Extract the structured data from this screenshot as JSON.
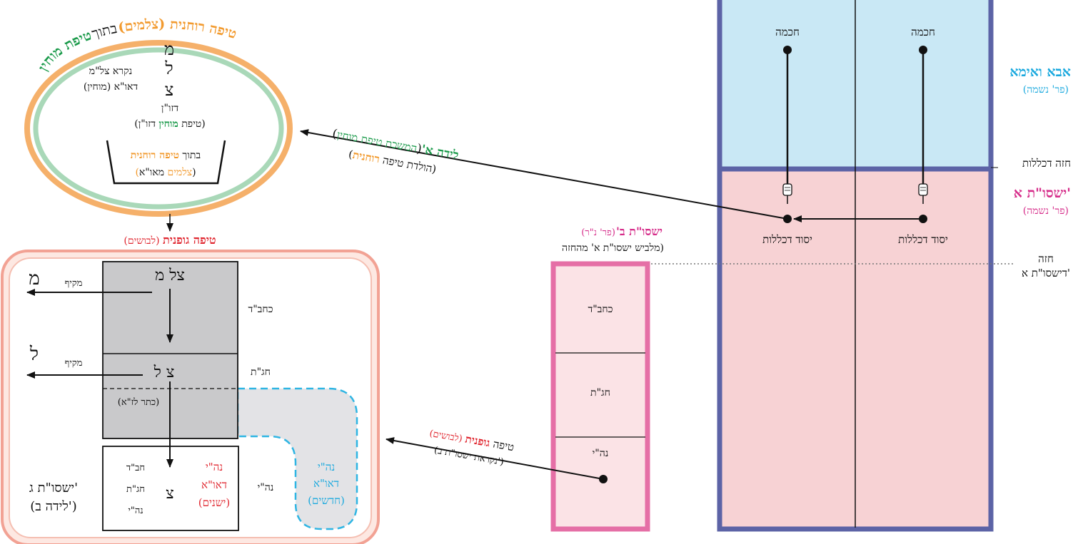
{
  "colors": {
    "blue_fill": "#c9e8f5",
    "pink_fill": "#f7d2d4",
    "navy_border": "#5c63a6",
    "pink_border": "#e56fa6",
    "light_pink_fill": "#fbe3e6",
    "salmon_border": "#f2a294",
    "gray_fill": "#c9c9cb",
    "cyan_dash": "#2fb5e3",
    "green": "#1a9a4a",
    "orange": "#f29a2e",
    "red": "#e0262f",
    "magenta": "#d62d8a",
    "cyan_text": "#1ba9de"
  },
  "right_panel": {
    "left_col_top": "חכמה",
    "right_col_top": "חכמה",
    "left_col_lower": "יסוד דכללות",
    "right_col_lower": "יסוד דכללות",
    "label_aba": "אבא ואימא",
    "label_aba_sub": "(פר' נשמה)",
    "label_chaze": "חזה דכללות",
    "label_yishsut": "ישסו\"ת א'",
    "label_yishsut_sub": "(פר' נשמה)",
    "label_chaze2_a": "חזה",
    "label_chaze2_b": "דישסו\"ת א'"
  },
  "middle_column": {
    "title_main": "ישסו\"ת ב'",
    "title_paren": "(פר' נ\"ר)",
    "subtitle": "מלביש ישסו\"ת א' מהחזה)",
    "row1": "כחב\"ד",
    "row2": "חג\"ת",
    "row3": "נה\"י"
  },
  "birth_a": {
    "title_main": "לידה א'",
    "title_paren_open": "(",
    "title_paren_green": "המשכת טיפת מוחין",
    "title_paren_close": ")",
    "sub_open": "(הולדת טיפה ",
    "sub_orange": "רוחנית",
    "sub_close": ")"
  },
  "physical_drop": {
    "label_main": "טיפה ",
    "label_red": "גופנית",
    "label_paren": " (לבושים)",
    "sub": "(נקראת ישסו\"ת ב')"
  },
  "ellipse": {
    "arc_green": "טיפת מוחין",
    "arc_black": "בתוך",
    "arc_orange": "טיפה רוחנית (צלמים)",
    "letter_m": "מ",
    "letter_l": "ל",
    "letter_tz": "צ",
    "left_line1": "נקרא צל\"מ",
    "left_line2": "דאו\"א (מוחין)",
    "zon": "דזו\"ן",
    "zon_paren_open": "(טיפת ",
    "zon_paren_green": "מוחין",
    "zon_paren_close": " דזו\"ן)",
    "bowl_line1_black": "בתוך ",
    "bowl_line1_orange": "טיפה רוחנית",
    "bowl_line2_orange": "(צלמים",
    "bowl_line2_black": " מאו\"א)"
  },
  "lower_box": {
    "title_red": "טיפה גופנית",
    "title_paren": " (לבושים)",
    "tzel_m": "צל מ",
    "tz_l": "צ ל",
    "makif1": "מקיף",
    "makif2": "מקיף",
    "big_m": "מ",
    "big_l": "ל",
    "keter": "(כתר לז\"א)",
    "kchbd": "כחב\"ד",
    "hgt": "חג\"ת",
    "nhy_side": "נה\"י",
    "nhy_new_1": "נה\"י",
    "nhy_new_2": "דאו\"א",
    "nhy_new_3": "(חדשים)",
    "nhy_old_1": "נה\"י",
    "nhy_old_2": "דאו\"א",
    "nhy_old_3": "(ישנים)",
    "tz_center": "צ",
    "inner_kchbd": "חב\"ד",
    "inner_hgt": "חג\"ת",
    "inner_nhy": "נה\"י",
    "yishsut_g": "ישסו\"ת ג'",
    "birth_b": "(לידה ב')"
  }
}
